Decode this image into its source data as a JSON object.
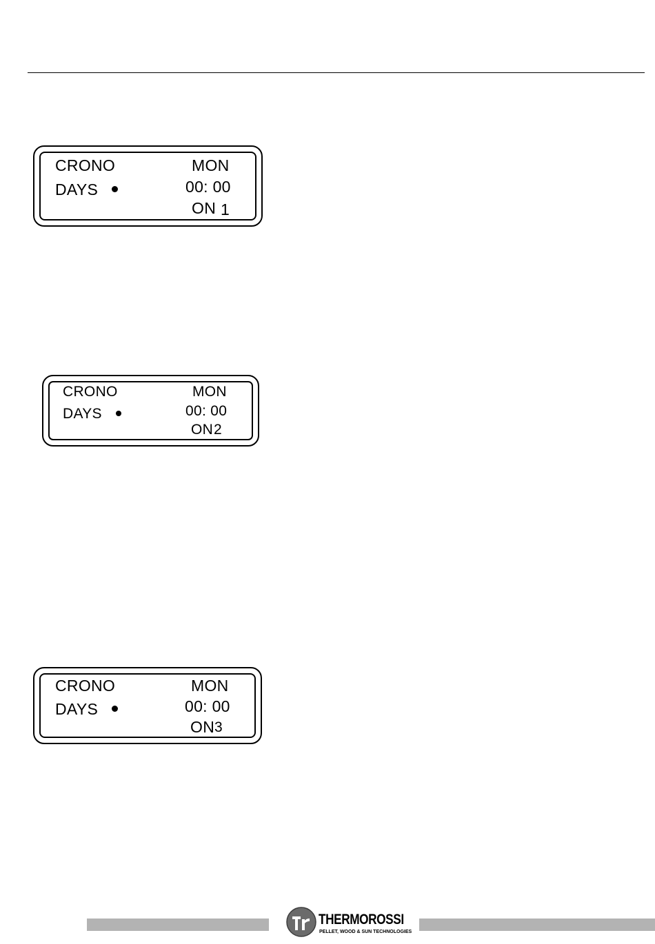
{
  "displays": [
    {
      "label_crono": "CRONO",
      "label_days": "DAYS",
      "day": "MON",
      "time": "00: 00",
      "mode_prefix": "ON",
      "mode_number": "1"
    },
    {
      "label_crono": "CRONO",
      "label_days": "DAYS",
      "day": "MON",
      "time": "00: 00",
      "mode_prefix": "ON",
      "mode_number": "2"
    },
    {
      "label_crono": "CRONO",
      "label_days": "DAYS",
      "day": "MON",
      "time": "00: 00",
      "mode_prefix": "ON",
      "mode_number": "3"
    }
  ],
  "footer": {
    "brand_name": "THERMOROSSI",
    "brand_tagline": "PELLET, WOOD & SUN TECHNOLOGIES",
    "logo_icon": "tr-monogram-icon",
    "bar_color": "#b3b3b3"
  }
}
